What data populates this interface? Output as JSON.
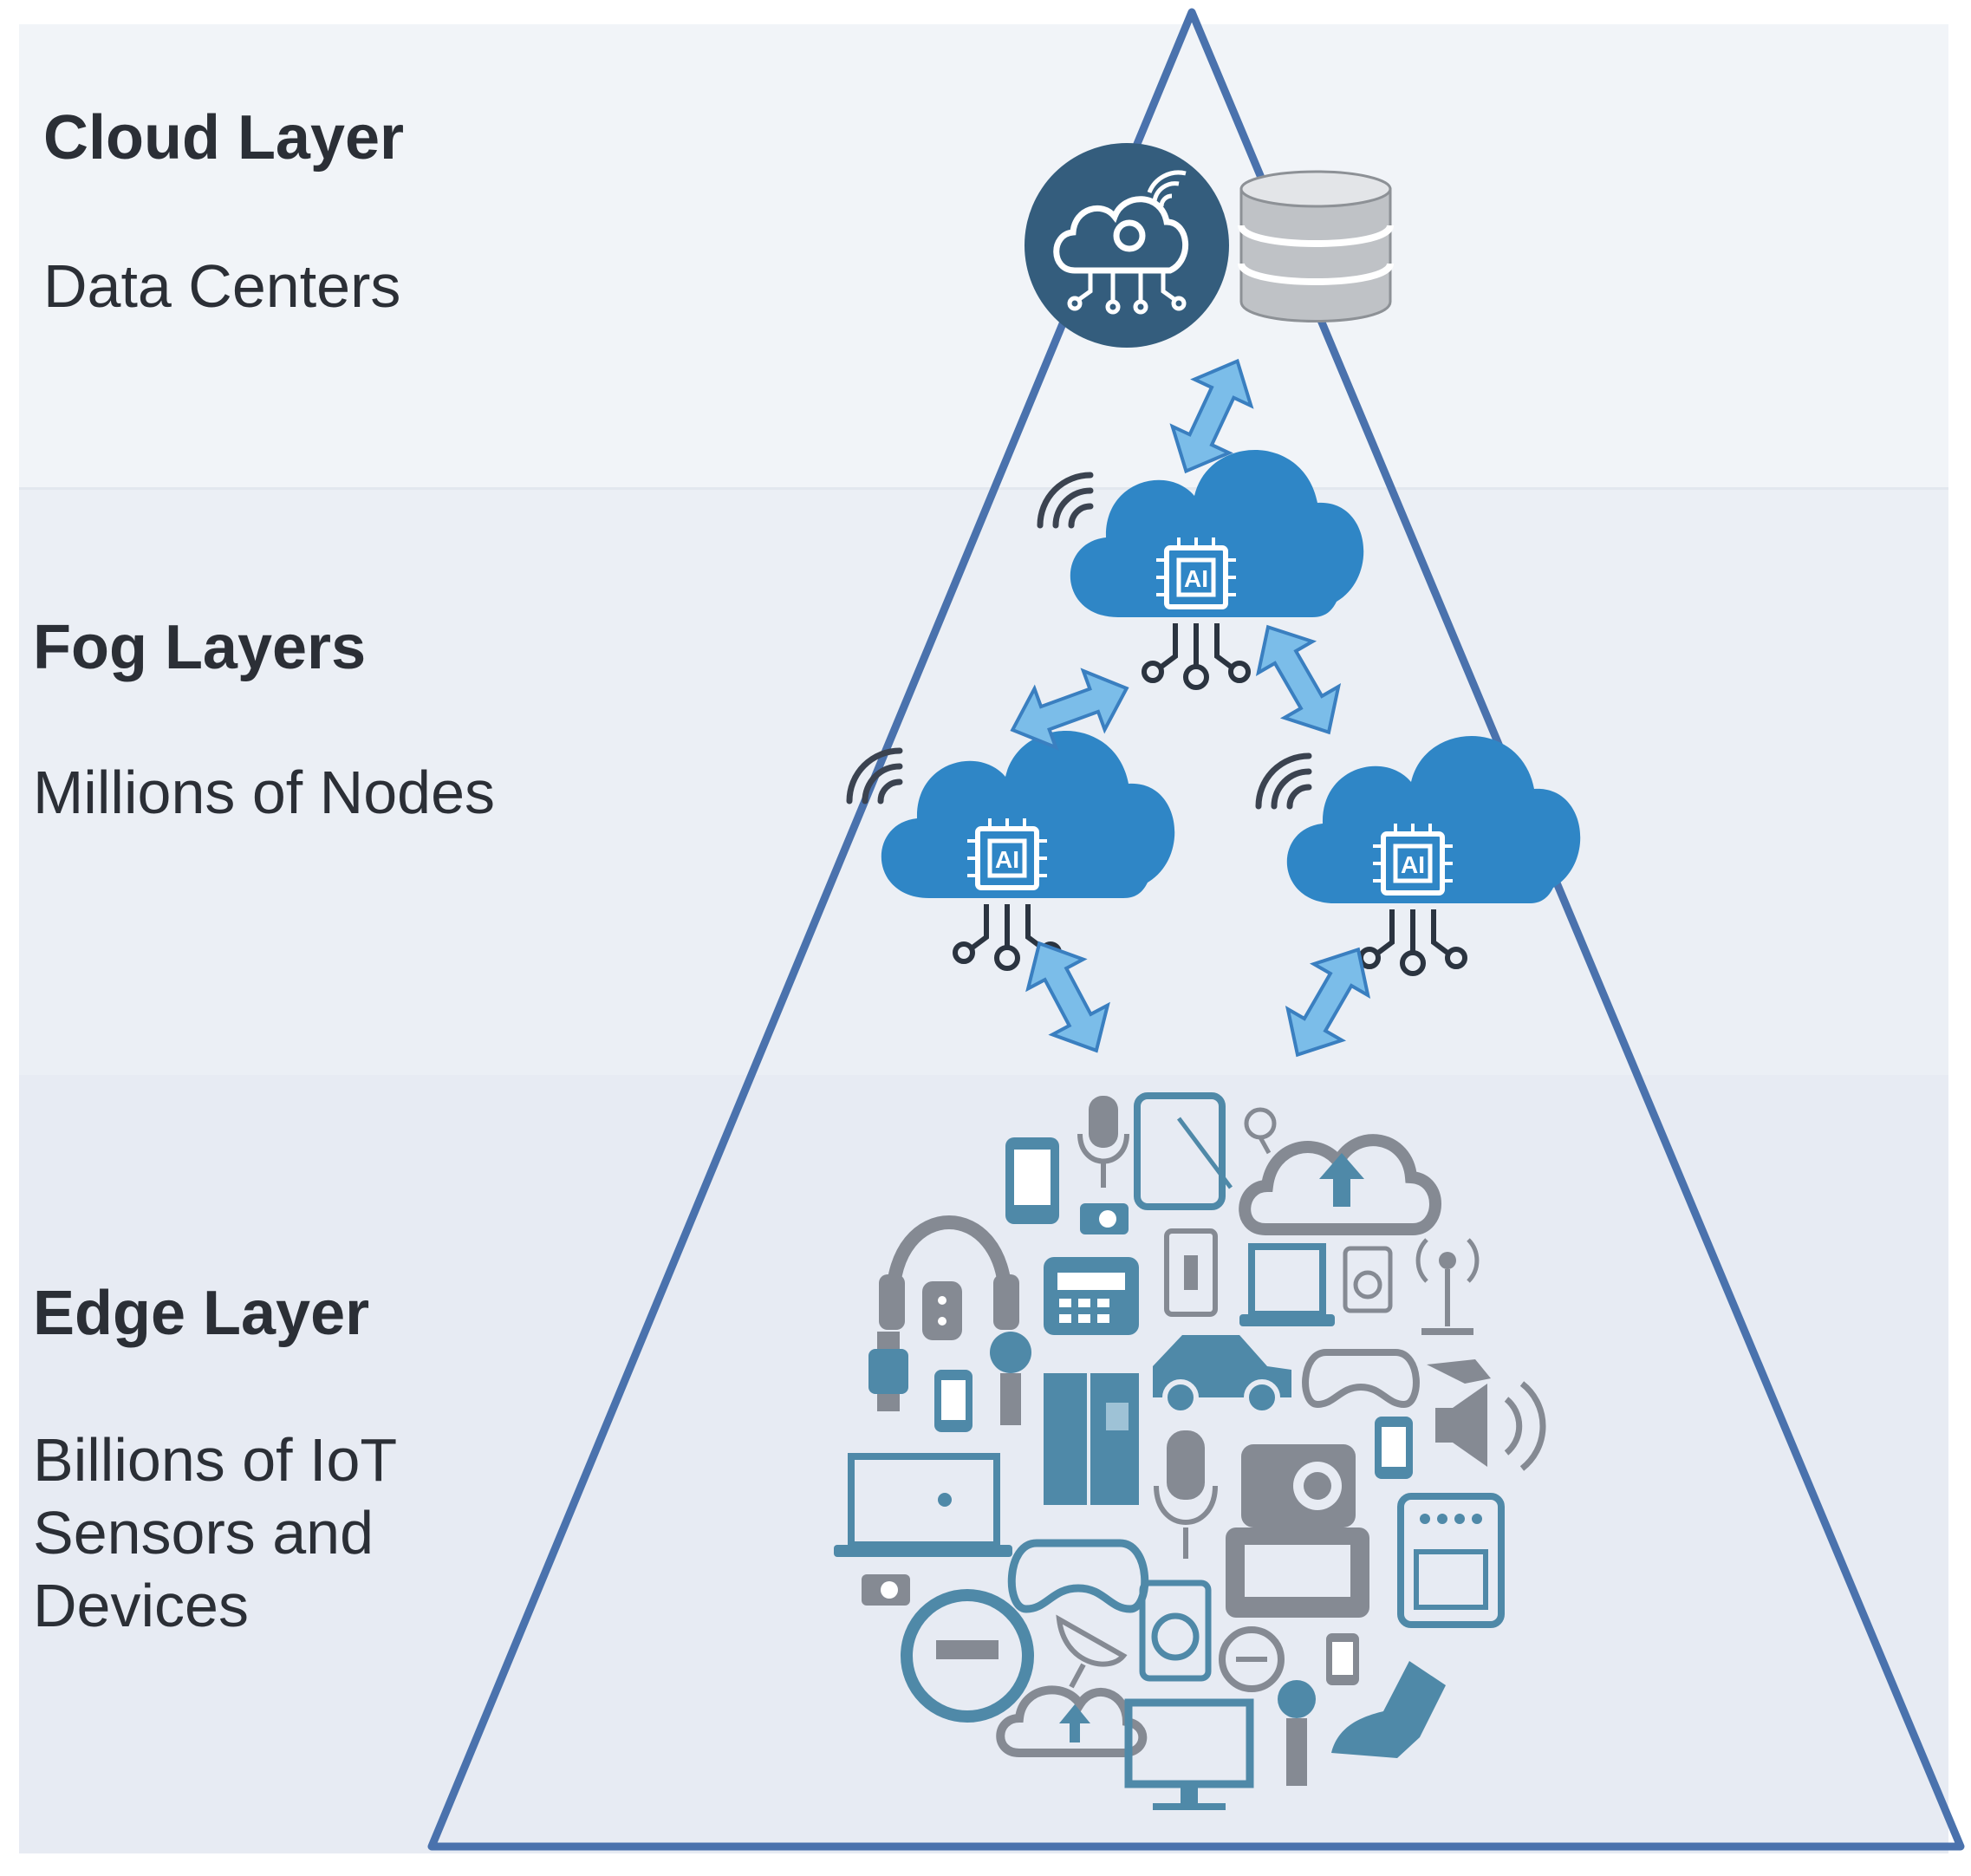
{
  "layers": [
    {
      "id": "cloud",
      "title": "Cloud Layer",
      "subtitle": "Data Centers"
    },
    {
      "id": "fog",
      "title": "Fog Layers",
      "subtitle": "Millions of Nodes"
    },
    {
      "id": "edge",
      "title": "Edge Layer",
      "subtitle": "Billions of IoT\nSensors and\nDevices"
    }
  ],
  "icons": {
    "cloud_hub": "cloud-gear-icon",
    "database": "database-icon",
    "fog_node": "ai-chip-cloud-icon",
    "wifi": "wifi-signal-icon",
    "arrow": "bidirectional-arrow-icon",
    "edge_devices": [
      "smartphone-icon",
      "microphone-icon",
      "tablet-icon",
      "cloud-upload-icon",
      "headphones-icon",
      "telephone-icon",
      "laptop-icon",
      "washer-icon",
      "antenna-icon",
      "car-icon",
      "gamepad-icon",
      "smartwatch-icon",
      "lightbulb-icon",
      "refrigerator-icon",
      "speaker-icon",
      "camera-icon",
      "oven-icon",
      "meter-icon",
      "satellite-dish-icon",
      "monitor-icon",
      "sneaker-icon",
      "thermostat-icon"
    ]
  },
  "colors": {
    "pyramid_outline": "#4a72ad",
    "fog_cloud": "#2f86c6",
    "arrow_fill": "#7bbde9",
    "arrow_stroke": "#3a7fc0",
    "cloud_circle": "#345d7d",
    "device_blue": "#4f89a8",
    "device_gray": "#858a93"
  }
}
